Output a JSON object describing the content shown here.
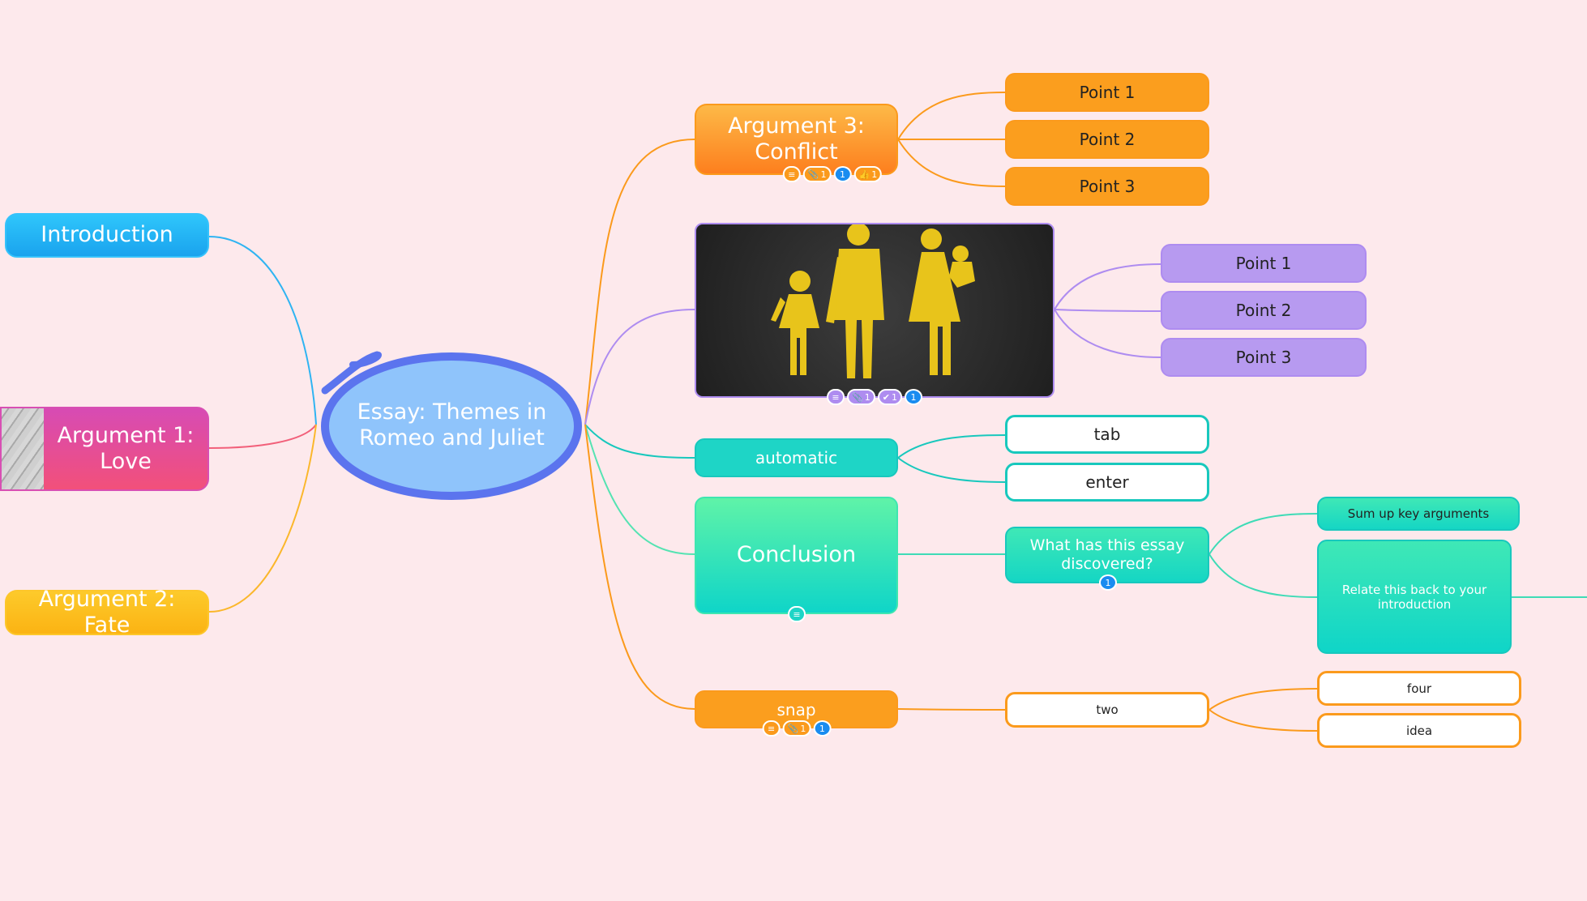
{
  "central": {
    "title": "Essay: Themes in Romeo and Juliet"
  },
  "left_branches": [
    {
      "label": "Introduction"
    },
    {
      "label": "Argument 1: Love"
    },
    {
      "label": "Argument 2: Fate"
    }
  ],
  "right_branches": {
    "argument3": {
      "label": "Argument 3: Conflict",
      "badges": {
        "attachments": "1",
        "comments": "1",
        "likes": "1"
      },
      "points": [
        "Point 1",
        "Point 2",
        "Point 3"
      ]
    },
    "image_topic": {
      "badges": {
        "attachments": "1",
        "tasks": "1",
        "comments": "1"
      },
      "points": [
        "Point 1",
        "Point 2",
        "Point 3"
      ]
    },
    "automatic": {
      "label": "automatic",
      "children": [
        "tab",
        "enter"
      ]
    },
    "conclusion": {
      "label": "Conclusion",
      "question": {
        "label": "What has this essay discovered?",
        "comments": "1"
      },
      "answers": [
        "Sum up key arguments",
        "Relate this back to your introduction"
      ]
    },
    "snap": {
      "label": "snap",
      "badges": {
        "attachments": "1",
        "comments": "1"
      },
      "child": "two",
      "grandchildren": [
        "four",
        "idea"
      ]
    }
  },
  "colors": {
    "background": "#fde9ec",
    "central_fill": "#8fc4fb",
    "central_outline": "#5b74ee",
    "blue": "#22b5f2",
    "pink": "#e0459a",
    "yellow": "#fdb813",
    "orange": "#fb9e1e",
    "purple": "#b79af0",
    "teal": "#1ed5c6",
    "green_teal": "#3ee6b0"
  },
  "icons": [
    "note-icon",
    "paperclip-icon",
    "comment-icon",
    "thumbs-up-icon",
    "check-icon",
    "family-image"
  ]
}
